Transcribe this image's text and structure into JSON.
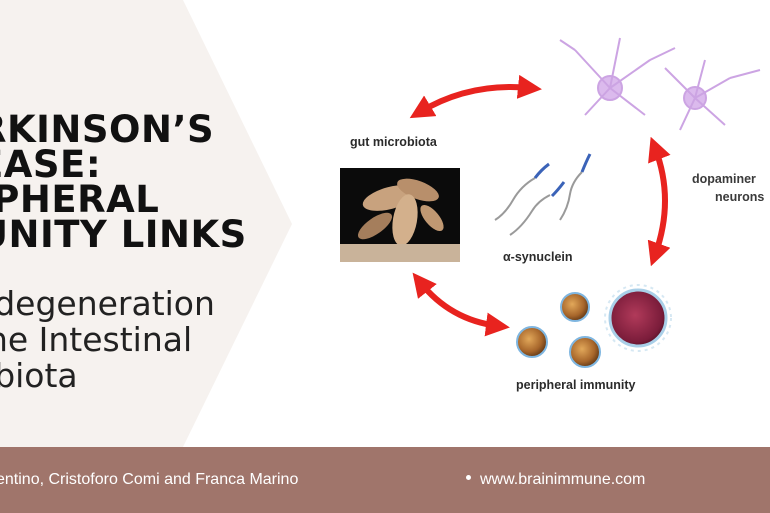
{
  "slide": {
    "title": "RKINSON’S\nEASE:\nIPHERAL\nUNITY LINKS",
    "subtitle": "odegeneration\nthe Intestinal\nobiota"
  },
  "diagram": {
    "labels": {
      "gut": "gut microbiota",
      "dopamine": "dopaminer",
      "neurons": "neurons",
      "synuclein": "α-synuclein",
      "immunity": "peripheral immunity"
    }
  },
  "footer": {
    "authors": "sentino, Cristoforo Comi and Franca Marino",
    "website": "www.brainimmune.com"
  },
  "colors": {
    "footer_bg": "#a0756b",
    "arrow": "#e8231f",
    "neuron": "#c79be0"
  }
}
